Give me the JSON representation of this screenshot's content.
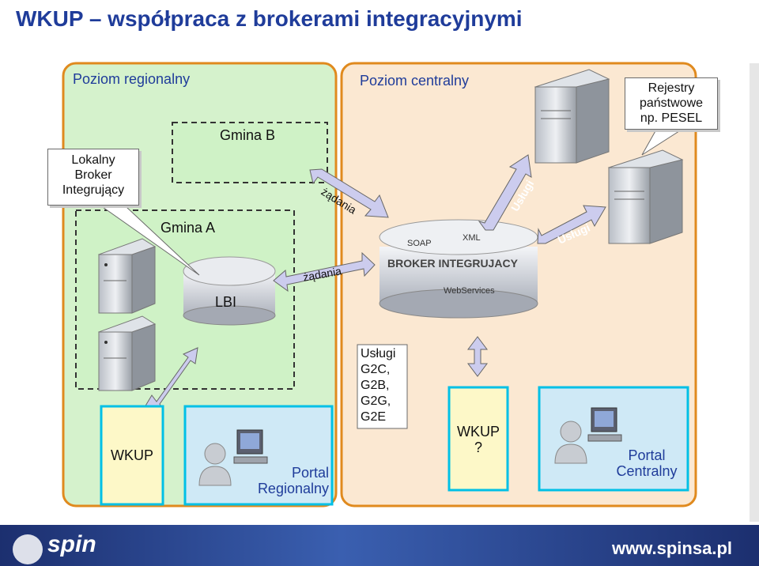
{
  "title": "WKUP – współpraca z brokerami integracyjnymi",
  "zones": {
    "regional_label": "Poziom regionalny",
    "central_label": "Poziom centralny"
  },
  "gminas": {
    "gmina_b": "Gmina B",
    "gmina_a": "Gmina A"
  },
  "callouts": {
    "lbi_broker": [
      "Lokalny",
      "Broker",
      "Integrujący"
    ],
    "registries": [
      "Rejestry",
      "państwowe",
      "np. PESEL"
    ]
  },
  "lbi": "LBI",
  "arrows": {
    "requests_top": "żądania",
    "requests_mid": "żądania",
    "services_1": "Usługi",
    "services_2": "Usługi"
  },
  "broker": {
    "soap": "SOAP",
    "xml": "XML",
    "name": "BROKER INTEGRUJACY",
    "webservices": "WebServices"
  },
  "services_box": [
    "Usługi",
    "G2C,",
    "G2B,",
    "G2G,",
    "G2E"
  ],
  "wkup_regional": "WKUP",
  "wkup_central": [
    "WKUP",
    "?"
  ],
  "portal_regional": [
    "Portal",
    "Regionalny"
  ],
  "portal_central": [
    "Portal",
    "Centralny"
  ],
  "footer": {
    "logo": "spin",
    "url": "www.spinsa.pl"
  },
  "colors": {
    "title": "#1f3c9a",
    "regional_bg": "#d5f2cc",
    "central_bg": "#fbe8d2",
    "gmina_bg": "#cff2c6",
    "wkup_bg": "#fdf8c8",
    "portal_bg": "#cfe9f6",
    "cyan_border": "#00c0e6",
    "arrow_fill": "#ccccee"
  }
}
